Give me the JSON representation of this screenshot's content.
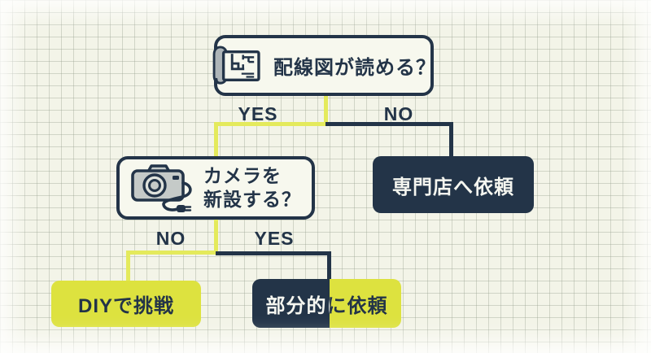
{
  "flowchart": {
    "title_node": {
      "label": "配線図が読める？"
    },
    "camera_node": {
      "label_line1": "カメラを",
      "label_line2": "新設する？"
    },
    "specialist_node": {
      "label": "専門店へ依頼"
    },
    "diy_node": {
      "label": "DIYで挑戦"
    },
    "partial_node": {
      "label": "部分的に依頼"
    },
    "edges": {
      "q1_yes": "YES",
      "q1_no": "NO",
      "q2_no": "NO",
      "q2_yes": "YES"
    },
    "icons": {
      "blueprint": "blueprint-icon",
      "camera": "camera-plug-icon"
    },
    "colors": {
      "background": "#f3f4e8",
      "grid": "#96a08e",
      "dark_navy": "#233448",
      "yellow_green": "#dde23f",
      "line_yellow": "#e4ea5c",
      "white_text": "#f5f6f0"
    }
  }
}
